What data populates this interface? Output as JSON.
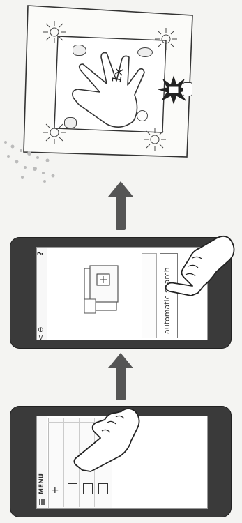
{
  "steps": {
    "step1": {
      "menu_label": "MENU",
      "menu_icon": "hamburger-icon"
    },
    "step2": {
      "search_button_label": "automatic search",
      "help_label": "?",
      "back_label": "< ⊖",
      "phone_icon": "phone-image",
      "hand_icon": "pointing-hand-icon"
    },
    "step3": {
      "multiplier_label": "1x",
      "corner_icons": [
        "sparkle-icon",
        "sparkle-icon",
        "sparkle-icon",
        "sparkle-icon"
      ],
      "flash_icon": "flash-burst-icon"
    }
  },
  "colors": {
    "phone_body": "#3a3a3a",
    "arrow": "#555555",
    "background": "#f4f4f2"
  }
}
